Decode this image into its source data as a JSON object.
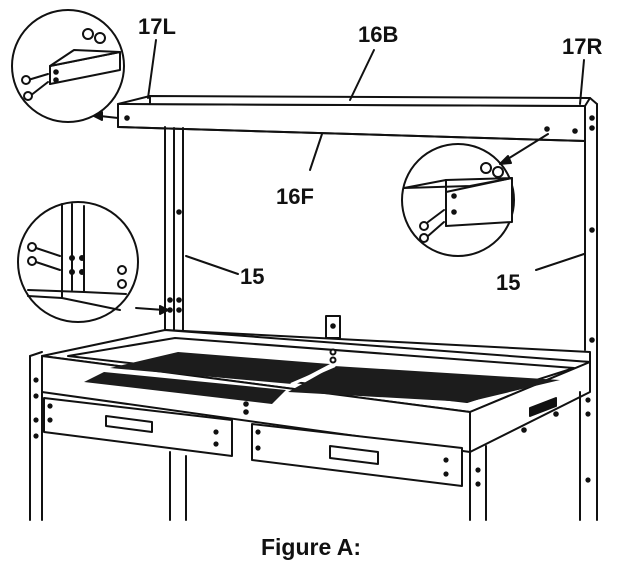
{
  "figure": {
    "caption": "Figure A:",
    "labels": {
      "left_bracket": "17L",
      "back_rail": "16B",
      "right_bracket": "17R",
      "front_rail": "16F",
      "left_upright": "15",
      "right_upright": "15"
    }
  }
}
